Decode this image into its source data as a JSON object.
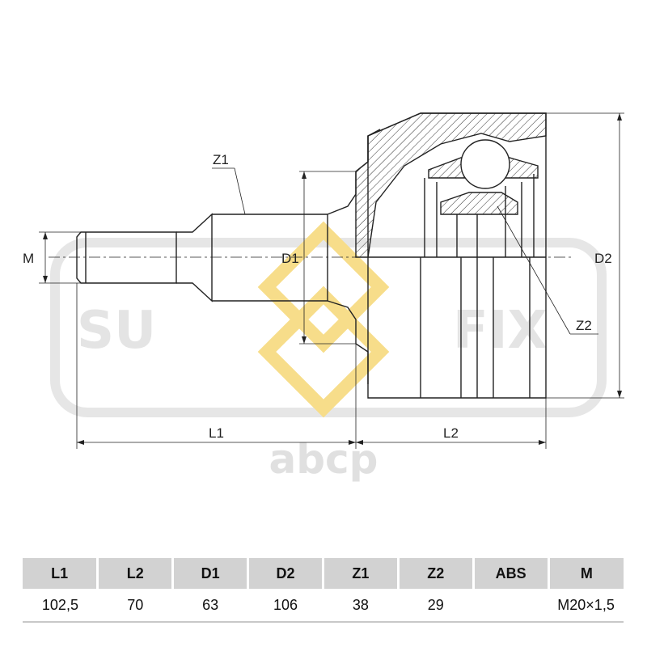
{
  "watermark": {
    "brand_left": "SU",
    "brand_right": "FIX",
    "site": "abcp"
  },
  "labels": {
    "m": "M",
    "d1": "D1",
    "d2": "D2",
    "z1": "Z1",
    "z2": "Z2",
    "l1": "L1",
    "l2": "L2"
  },
  "table": {
    "headers": [
      "L1",
      "L2",
      "D1",
      "D2",
      "Z1",
      "Z2",
      "ABS",
      "M"
    ],
    "values": [
      "102,5",
      "70",
      "63",
      "106",
      "38",
      "29",
      "",
      "M20×1,5"
    ]
  },
  "colors": {
    "line": "#222222",
    "watermark_gray": "#e4e4e4",
    "watermark_gold": "#f7dd8a",
    "header_bg": "#d2d2d2"
  }
}
